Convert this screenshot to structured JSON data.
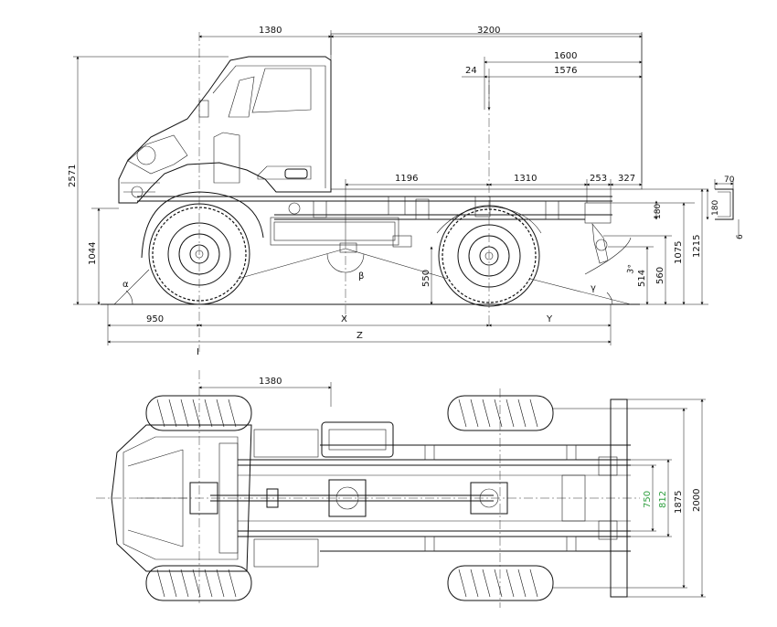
{
  "side_view": {
    "dims": {
      "cab_to_axle": "1380",
      "wheelbase_top": "3200",
      "body_length": "1600",
      "bed_offset": "24",
      "bed_length": "1576",
      "frame_1196": "1196",
      "frame_1310": "1310",
      "frame_253": "253",
      "frame_327": "327",
      "overall_height": "2571",
      "front_axle_height": "1044",
      "rear_height_1075": "1075",
      "rear_height_1215": "1215",
      "hitch_560": "560",
      "hitch_514": "514",
      "belly_550": "550",
      "frame_180": "180",
      "front_overhang": "950",
      "wheelbase_x": "X",
      "rear_overhang_y": "Y",
      "overall_z": "Z",
      "angle_alpha": "α",
      "angle_beta": "β",
      "angle_gamma": "γ",
      "angle_3deg": "3°",
      "marker_i": "I"
    },
    "profile_detail": {
      "width_70": "70",
      "height_180": "180",
      "thickness_6": "6"
    }
  },
  "top_view": {
    "dims": {
      "cab_to_axle": "1380",
      "frame_750": "750",
      "frame_812": "812",
      "track_1875": "1875",
      "overall_width_2000": "2000"
    },
    "accent_color": "#2e9e3e"
  }
}
